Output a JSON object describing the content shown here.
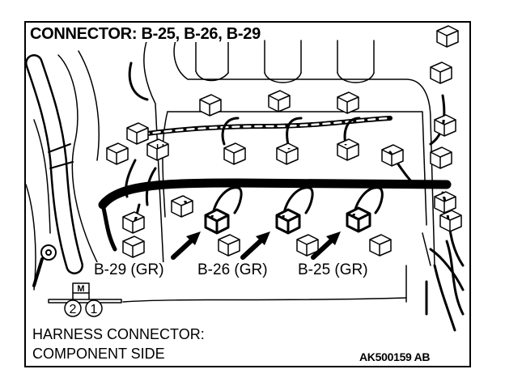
{
  "title": "CONNECTOR: B-25, B-26, B-29",
  "labels": {
    "b29": "B-29 (GR)",
    "b26": "B-26 (GR)",
    "b25": "B-25 (GR)"
  },
  "harness": {
    "marker": "M",
    "pins": [
      "2",
      "1"
    ]
  },
  "caption": {
    "line1": "HARNESS CONNECTOR:",
    "line2": "COMPONENT SIDE"
  },
  "code": "AK500159 AB",
  "colors": {
    "line": "#000000",
    "background": "#ffffff"
  }
}
